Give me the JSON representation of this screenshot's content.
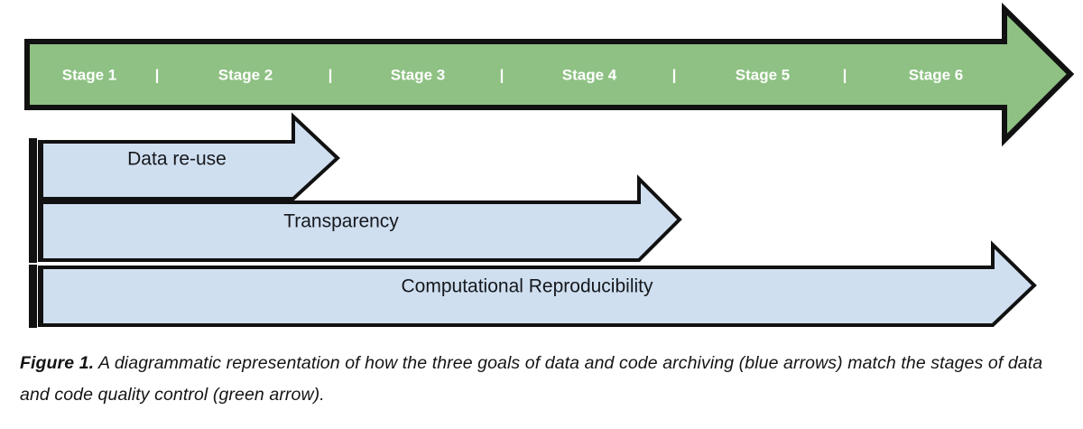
{
  "figure": {
    "stage_arrow": {
      "name": "data-and-code-quality-control-stages",
      "color": "#8ec183",
      "outline_color": "#111111",
      "label_color": "#ffffff",
      "separator": "|",
      "stages": [
        {
          "label": "Stage 1"
        },
        {
          "label": "Stage 2"
        },
        {
          "label": "Stage 3"
        },
        {
          "label": "Stage 4"
        },
        {
          "label": "Stage 5"
        },
        {
          "label": "Stage 6"
        }
      ]
    },
    "goal_arrows": {
      "color": "#cfdff0",
      "outline_color": "#111111",
      "label_color": "#16181c",
      "items": [
        {
          "label": "Data re-use",
          "spans_stages": "Stage 1 - Stage 2"
        },
        {
          "label": "Transparency",
          "spans_stages": "Stage 1 - Stage 4"
        },
        {
          "label": "Computational Reproducibility",
          "spans_stages": "Stage 1 - Stage 6"
        }
      ]
    },
    "caption": {
      "prefix": "Figure 1.",
      "text": " A diagrammatic representation of how the three goals of data and code archiving (blue arrows) match the stages of data and code quality control (green arrow)."
    }
  }
}
